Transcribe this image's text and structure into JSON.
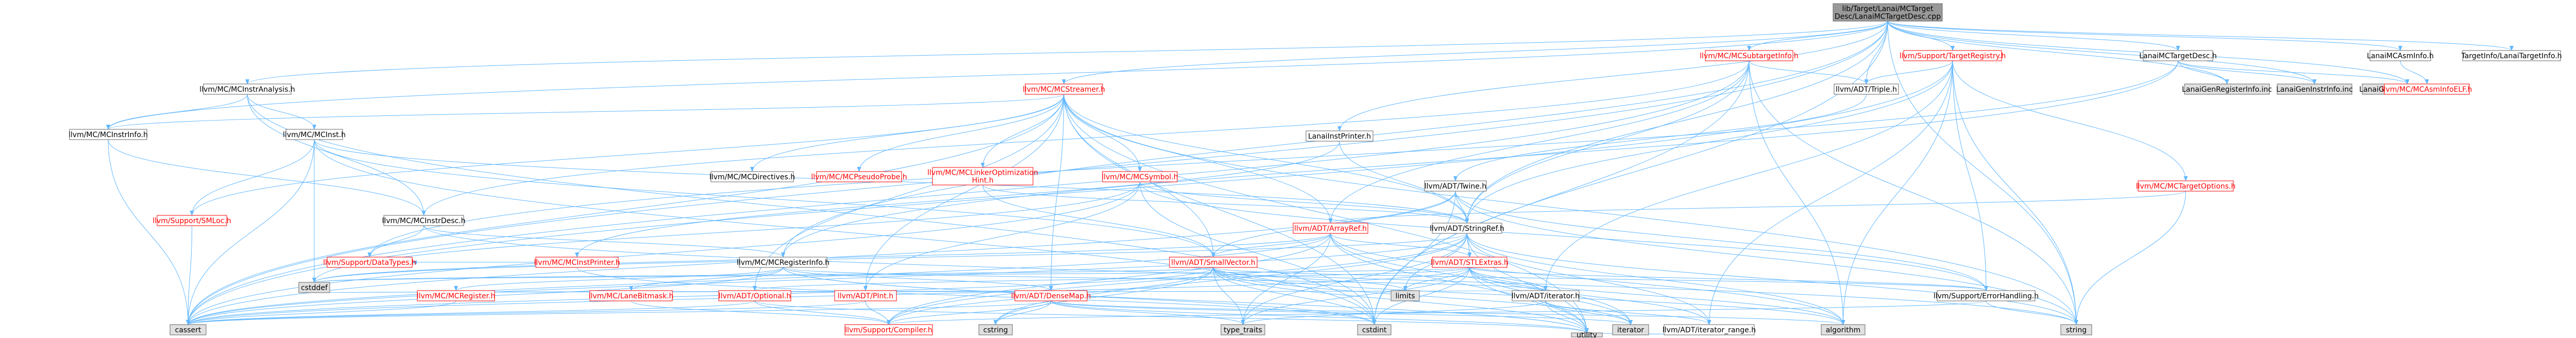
{
  "graph": {
    "colors": {
      "edge": "#63b8ff",
      "root_fill": "#999999",
      "default_fill": "#ffffff",
      "gray_fill": "#e0e0e0",
      "border": "#666666",
      "text": "#000000",
      "red_text": "#ff0000",
      "red_border": "#ff0000"
    },
    "nodes": [
      {
        "id": "root",
        "lines": [
          "lib/Target/Lanai/MCTarget",
          "Desc/LanaiMCTargetDesc.cpp"
        ],
        "style": "root"
      },
      {
        "id": "mcsubtarget",
        "lines": [
          "llvm/MC/MCSubtargetInfo.h"
        ],
        "style": "red"
      },
      {
        "id": "supporttargetregistry",
        "lines": [
          "llvm/Support/TargetRegistry.h"
        ],
        "style": "red"
      },
      {
        "id": "lanaimctargetdesc",
        "lines": [
          "LanaiMCTargetDesc.h"
        ],
        "style": "plain"
      },
      {
        "id": "lanaimcasminfo",
        "lines": [
          "LanaiMCAsmInfo.h"
        ],
        "style": "plain"
      },
      {
        "id": "targetinfo",
        "lines": [
          "TargetInfo/LanaiTargetInfo.h"
        ],
        "style": "plain"
      },
      {
        "id": "mcinstanalysis",
        "lines": [
          "llvm/MC/MCInstrAnalysis.h"
        ],
        "style": "plain"
      },
      {
        "id": "mcstreamer",
        "lines": [
          "llvm/MC/MCStreamer.h"
        ],
        "style": "red"
      },
      {
        "id": "adttriple",
        "lines": [
          "llvm/ADT/Triple.h"
        ],
        "style": "plain"
      },
      {
        "id": "lanaigenregisterinfo",
        "lines": [
          "LanaiGenRegisterInfo.inc"
        ],
        "style": "gray"
      },
      {
        "id": "lanaigeninstrinfo",
        "lines": [
          "LanaiGenInstrInfo.inc"
        ],
        "style": "gray"
      },
      {
        "id": "lanaigensubtargetinfo",
        "lines": [
          "LanaiGenSubtargetInfo.inc"
        ],
        "style": "gray"
      },
      {
        "id": "mcelfasm",
        "lines": [
          "llvm/MC/MCAsmInfoELF.h"
        ],
        "style": "red"
      },
      {
        "id": "mcinstrinfo",
        "lines": [
          "llvm/MC/MCInstrInfo.h"
        ],
        "style": "plain"
      },
      {
        "id": "mcinst",
        "lines": [
          "llvm/MC/MCInst.h"
        ],
        "style": "plain"
      },
      {
        "id": "mcdirectives",
        "lines": [
          "llvm/MC/MCDirectives.h"
        ],
        "style": "plain"
      },
      {
        "id": "mcpseudoprobe",
        "lines": [
          "llvm/MC/MCPseudoProbe.h"
        ],
        "style": "red"
      },
      {
        "id": "mclinearopt",
        "lines": [
          "llvm/MC/MCLinkerOptimization",
          "Hint.h"
        ],
        "style": "red"
      },
      {
        "id": "mcsymbol",
        "lines": [
          "llvm/MC/MCSymbol.h"
        ],
        "style": "red"
      },
      {
        "id": "lanaiinstprinter",
        "lines": [
          "LanaiInstPrinter.h"
        ],
        "style": "plain"
      },
      {
        "id": "adttwine",
        "lines": [
          "llvm/ADT/Twine.h"
        ],
        "style": "plain"
      },
      {
        "id": "mctargetoptions",
        "lines": [
          "llvm/MC/MCTargetOptions.h"
        ],
        "style": "red"
      },
      {
        "id": "supportsmloc",
        "lines": [
          "llvm/Support/SMLoc.h"
        ],
        "style": "red"
      },
      {
        "id": "mcinstrdesc",
        "lines": [
          "llvm/MC/MCInstrDesc.h"
        ],
        "style": "plain"
      },
      {
        "id": "adtarrayref",
        "lines": [
          "llvm/ADT/ArrayRef.h"
        ],
        "style": "red"
      },
      {
        "id": "adtstringref",
        "lines": [
          "llvm/ADT/StringRef.h"
        ],
        "style": "plain"
      },
      {
        "id": "supportdatatypes",
        "lines": [
          "llvm/Support/DataTypes.h"
        ],
        "style": "red"
      },
      {
        "id": "mcinstprinter",
        "lines": [
          "llvm/MC/MCInstPrinter.h"
        ],
        "style": "red"
      },
      {
        "id": "adtsmallvector",
        "lines": [
          "llvm/ADT/SmallVector.h"
        ],
        "style": "red"
      },
      {
        "id": "adtstlextras",
        "lines": [
          "llvm/ADT/STLExtras.h"
        ],
        "style": "red"
      },
      {
        "id": "mcregisterinfo",
        "lines": [
          "llvm/MC/MCRegisterInfo.h"
        ],
        "style": "plain"
      },
      {
        "id": "cstddef",
        "lines": [
          "cstddef"
        ],
        "style": "gray"
      },
      {
        "id": "mcregister",
        "lines": [
          "llvm/MC/MCRegister.h"
        ],
        "style": "red"
      },
      {
        "id": "mclanebitmask",
        "lines": [
          "llvm/MC/LaneBitmask.h"
        ],
        "style": "red"
      },
      {
        "id": "adtoptional",
        "lines": [
          "llvm/ADT/Optional.h"
        ],
        "style": "red"
      },
      {
        "id": "adtpoint",
        "lines": [
          "llvm/ADT/PInt.h"
        ],
        "style": "red"
      },
      {
        "id": "adtdensemap",
        "lines": [
          "llvm/ADT/DenseMap.h"
        ],
        "style": "red"
      },
      {
        "id": "limits",
        "lines": [
          "limits"
        ],
        "style": "gray"
      },
      {
        "id": "adtiterator",
        "lines": [
          "llvm/ADT/iterator.h"
        ],
        "style": "plain"
      },
      {
        "id": "supporterrorhandling",
        "lines": [
          "llvm/Support/ErrorHandling.h"
        ],
        "style": "plain"
      },
      {
        "id": "cassert",
        "lines": [
          "cassert"
        ],
        "style": "gray"
      },
      {
        "id": "supportcompiler",
        "lines": [
          "llvm/Support/Compiler.h"
        ],
        "style": "red"
      },
      {
        "id": "cstring",
        "lines": [
          "cstring"
        ],
        "style": "gray"
      },
      {
        "id": "typetraits",
        "lines": [
          "type_traits"
        ],
        "style": "gray"
      },
      {
        "id": "cstdint",
        "lines": [
          "cstdint"
        ],
        "style": "gray"
      },
      {
        "id": "iterator",
        "lines": [
          "iterator"
        ],
        "style": "gray"
      },
      {
        "id": "iteratorrange",
        "lines": [
          "llvm/ADT/iterator_range.h"
        ],
        "style": "plain"
      },
      {
        "id": "algorithm",
        "lines": [
          "algorithm"
        ],
        "style": "gray"
      },
      {
        "id": "string",
        "lines": [
          "string"
        ],
        "style": "gray"
      },
      {
        "id": "utility",
        "lines": [
          "utility"
        ],
        "style": "gray"
      }
    ],
    "edges": [
      [
        "root",
        "mcinstanalysis"
      ],
      [
        "root",
        "mcinstrinfo"
      ],
      [
        "root",
        "mcregisterinfo"
      ],
      [
        "root",
        "mcstreamer"
      ],
      [
        "root",
        "mcsubtarget"
      ],
      [
        "root",
        "adttriple"
      ],
      [
        "root",
        "supporttargetregistry"
      ],
      [
        "root",
        "lanaimctargetdesc"
      ],
      [
        "root",
        "lanaimcasminfo"
      ],
      [
        "root",
        "targetinfo"
      ],
      [
        "root",
        "adtstringref"
      ],
      [
        "root",
        "lanaiinstprinter"
      ],
      [
        "root",
        "string"
      ],
      [
        "root",
        "cstdint"
      ],
      [
        "root",
        "cassert"
      ],
      [
        "root",
        "lanaigenregisterinfo"
      ],
      [
        "root",
        "lanaigeninstrinfo"
      ],
      [
        "root",
        "lanaigensubtargetinfo"
      ],
      [
        "mcsubtarget",
        "adtarrayref"
      ],
      [
        "mcsubtarget",
        "adtstringref"
      ],
      [
        "mcsubtarget",
        "adttriple"
      ],
      [
        "mcsubtarget",
        "mcinstrdesc"
      ],
      [
        "mcsubtarget",
        "algorithm"
      ],
      [
        "mcsubtarget",
        "cassert"
      ],
      [
        "mcsubtarget",
        "cstdint"
      ],
      [
        "mcsubtarget",
        "string"
      ],
      [
        "supporttargetregistry",
        "adttriple"
      ],
      [
        "supporttargetregistry",
        "adtstringref"
      ],
      [
        "supporttargetregistry",
        "adtiterator"
      ],
      [
        "supporttargetregistry",
        "supporterrorhandling"
      ],
      [
        "supporttargetregistry",
        "algorithm"
      ],
      [
        "supporttargetregistry",
        "cassert"
      ],
      [
        "supporttargetregistry",
        "string"
      ],
      [
        "supporttargetregistry",
        "mctargetoptions"
      ],
      [
        "supporttargetregistry",
        "iteratorrange"
      ],
      [
        "lanaimctargetdesc",
        "mcregisterinfo"
      ],
      [
        "lanaimctargetdesc",
        "supportdatatypes"
      ],
      [
        "lanaimctargetdesc",
        "lanaigenregisterinfo"
      ],
      [
        "lanaimctargetdesc",
        "lanaigeninstrinfo"
      ],
      [
        "lanaimctargetdesc",
        "lanaigensubtargetinfo"
      ],
      [
        "lanaimcasminfo",
        "mcelfasm"
      ],
      [
        "mcinstanalysis",
        "mcinst"
      ],
      [
        "mcinstanalysis",
        "mcinstrdesc"
      ],
      [
        "mcinstanalysis",
        "mcinstrinfo"
      ],
      [
        "mcinstanalysis",
        "cstdint"
      ],
      [
        "mcstreamer",
        "adtarrayref"
      ],
      [
        "mcstreamer",
        "adtdensemap"
      ],
      [
        "mcstreamer",
        "adtoptional"
      ],
      [
        "mcstreamer",
        "adtsmallvector"
      ],
      [
        "mcstreamer",
        "adtstringref"
      ],
      [
        "mcstreamer",
        "mcdirectives"
      ],
      [
        "mcstreamer",
        "mclinearopt"
      ],
      [
        "mcstreamer",
        "mcpseudoprobe"
      ],
      [
        "mcstreamer",
        "mcsymbol"
      ],
      [
        "mcstreamer",
        "supportsmloc"
      ],
      [
        "mcstreamer",
        "cassert"
      ],
      [
        "mcstreamer",
        "cstdint"
      ],
      [
        "mcstreamer",
        "string"
      ],
      [
        "mcstreamer",
        "utility"
      ],
      [
        "mcstreamer",
        "mcinstrinfo"
      ],
      [
        "mcstreamer",
        "adtpoint"
      ],
      [
        "adttriple",
        "adttwine"
      ],
      [
        "mcinstrinfo",
        "mcinstrdesc"
      ],
      [
        "mcinstrinfo",
        "cassert"
      ],
      [
        "mcinst",
        "adtsmallvector"
      ],
      [
        "mcinst",
        "adtstringref"
      ],
      [
        "mcinst",
        "supportsmloc"
      ],
      [
        "mcinst",
        "cassert"
      ],
      [
        "mcinst",
        "cstddef"
      ],
      [
        "mcinst",
        "cstdint"
      ],
      [
        "mclinearopt",
        "adtsmallvector"
      ],
      [
        "mclinearopt",
        "adtstringref"
      ],
      [
        "mcsymbol",
        "adtpoint"
      ],
      [
        "mcsymbol",
        "adtstringref"
      ],
      [
        "mcsymbol",
        "supporterrorhandling"
      ],
      [
        "mcsymbol",
        "cassert"
      ],
      [
        "mcsymbol",
        "cstddef"
      ],
      [
        "mcsymbol",
        "cstdint"
      ],
      [
        "lanaiinstprinter",
        "mcinstprinter"
      ],
      [
        "lanaiinstprinter",
        "adtstringref"
      ],
      [
        "adttwine",
        "adtsmallvector"
      ],
      [
        "adttwine",
        "adtstringref"
      ],
      [
        "adttwine",
        "supporterrorhandling"
      ],
      [
        "adttwine",
        "cassert"
      ],
      [
        "adttwine",
        "cstdint"
      ],
      [
        "adttwine",
        "string"
      ],
      [
        "mctargetoptions",
        "adtarrayref"
      ],
      [
        "mctargetoptions",
        "string"
      ],
      [
        "mcinstrdesc",
        "mcregisterinfo"
      ],
      [
        "mcinstrdesc",
        "supportdatatypes"
      ],
      [
        "mcinstrdesc",
        "string"
      ],
      [
        "adtarrayref",
        "adtsmallvector"
      ],
      [
        "adtarrayref",
        "adtstlextras"
      ],
      [
        "adtarrayref",
        "supportcompiler"
      ],
      [
        "adtarrayref",
        "algorithm"
      ],
      [
        "adtarrayref",
        "cassert"
      ],
      [
        "adtarrayref",
        "cstddef"
      ],
      [
        "adtarrayref",
        "iterator"
      ],
      [
        "adtarrayref",
        "typetraits"
      ],
      [
        "adtarrayref",
        "utility"
      ],
      [
        "adtstringref",
        "adtstlextras"
      ],
      [
        "adtstringref",
        "adtiteratorrange"
      ],
      [
        "adtstringref",
        "supportcompiler"
      ],
      [
        "adtstringref",
        "algorithm"
      ],
      [
        "adtstringref",
        "cassert"
      ],
      [
        "adtstringref",
        "cstddef"
      ],
      [
        "adtstringref",
        "cstring"
      ],
      [
        "adtstringref",
        "limits"
      ],
      [
        "adtstringref",
        "string"
      ],
      [
        "adtstringref",
        "typetraits"
      ],
      [
        "adtstringref",
        "utility"
      ],
      [
        "adtstringref",
        "iteratorrange"
      ],
      [
        "mcinstprinter",
        "supportdatatypes"
      ],
      [
        "mcinstprinter",
        "cstdint"
      ],
      [
        "adtsmallvector",
        "supportcompiler"
      ],
      [
        "adtsmallvector",
        "algorithm"
      ],
      [
        "adtsmallvector",
        "cassert"
      ],
      [
        "adtsmallvector",
        "cstddef"
      ],
      [
        "adtsmallvector",
        "cstdint"
      ],
      [
        "adtsmallvector",
        "cstring"
      ],
      [
        "adtsmallvector",
        "iterator"
      ],
      [
        "adtsmallvector",
        "limits"
      ],
      [
        "adtsmallvector",
        "typetraits"
      ],
      [
        "adtsmallvector",
        "utility"
      ],
      [
        "adtsmallvector",
        "supporterrorhandling"
      ],
      [
        "adtstlextras",
        "adtoptional"
      ],
      [
        "adtstlextras",
        "adtiterator"
      ],
      [
        "adtstlextras",
        "iteratorrange"
      ],
      [
        "adtstlextras",
        "supporterrorhandling"
      ],
      [
        "adtstlextras",
        "algorithm"
      ],
      [
        "adtstlextras",
        "cassert"
      ],
      [
        "adtstlextras",
        "cstddef"
      ],
      [
        "adtstlextras",
        "cstdint"
      ],
      [
        "adtstlextras",
        "iterator"
      ],
      [
        "adtstlextras",
        "limits"
      ],
      [
        "adtstlextras",
        "typetraits"
      ],
      [
        "adtstlextras",
        "utility"
      ],
      [
        "mcregisterinfo",
        "mcregister"
      ],
      [
        "mcregisterinfo",
        "mclanebitmask"
      ],
      [
        "mcregisterinfo",
        "adtiterator"
      ],
      [
        "mcregisterinfo",
        "cassert"
      ],
      [
        "mcregisterinfo",
        "cstdint"
      ],
      [
        "mcregisterinfo",
        "utility"
      ],
      [
        "mcregisterinfo",
        "adtdensemap"
      ],
      [
        "mcregister",
        "cassert"
      ],
      [
        "mclanebitmask",
        "supportcompiler"
      ],
      [
        "adtoptional",
        "supportcompiler"
      ],
      [
        "adtoptional",
        "cassert"
      ],
      [
        "adtoptional",
        "utility"
      ],
      [
        "adtpoint",
        "supportcompiler"
      ],
      [
        "adtpoint",
        "cassert"
      ],
      [
        "adtdensemap",
        "supportcompiler"
      ],
      [
        "adtdensemap",
        "algorithm"
      ],
      [
        "adtdensemap",
        "cassert"
      ],
      [
        "adtdensemap",
        "cstddef"
      ],
      [
        "adtdensemap",
        "cstring"
      ],
      [
        "adtdensemap",
        "iterator"
      ],
      [
        "adtdensemap",
        "typetraits"
      ],
      [
        "adtdensemap",
        "utility"
      ],
      [
        "adtiterator",
        "iteratorrange"
      ],
      [
        "adtiterator",
        "cstddef"
      ],
      [
        "adtiterator",
        "iterator"
      ],
      [
        "adtiterator",
        "typetraits"
      ],
      [
        "adtiterator",
        "utility"
      ],
      [
        "supporterrorhandling",
        "supportcompiler"
      ],
      [
        "supporterrorhandling",
        "string"
      ],
      [
        "iteratorrange",
        "utility"
      ],
      [
        "supportsmloc",
        "cassert"
      ]
    ]
  }
}
